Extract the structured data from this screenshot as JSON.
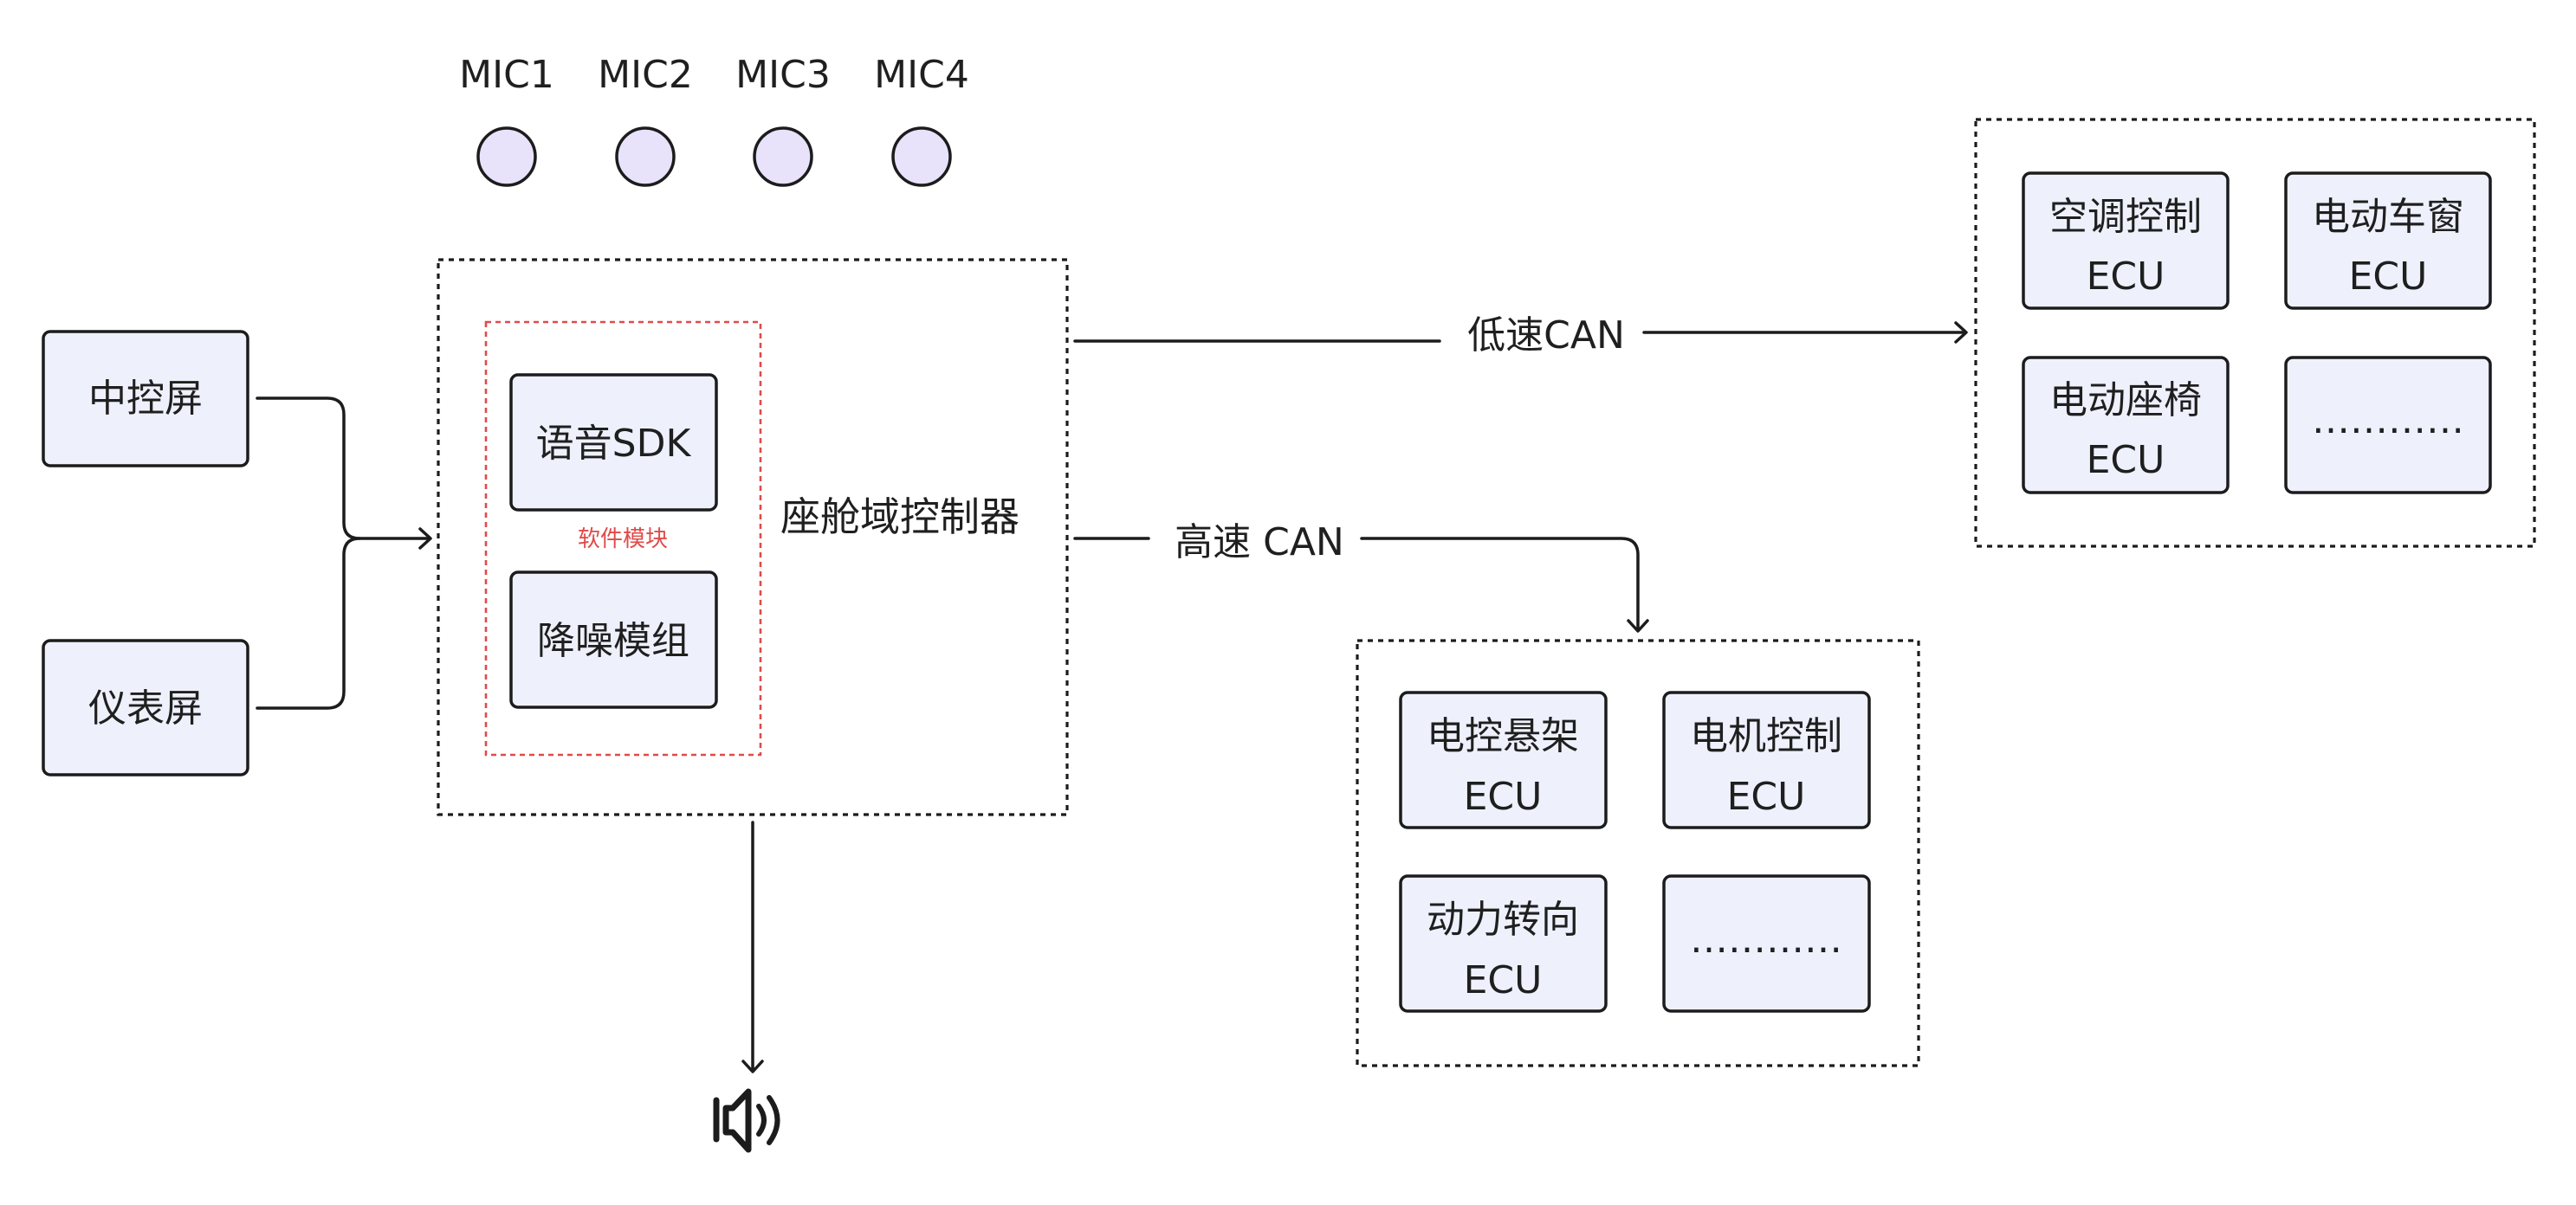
{
  "mics": [
    "MIC1",
    "MIC2",
    "MIC3",
    "MIC4"
  ],
  "inputs": {
    "center_screen": "中控屏",
    "instrument_screen": "仪表屏"
  },
  "controller": {
    "label": "座舱域控制器",
    "software_module_label": "软件模块",
    "voice_sdk": "语音SDK",
    "noise_module": "降噪模组"
  },
  "low_speed_can": {
    "label": "低速CAN",
    "ecus": [
      {
        "line1": "空调控制",
        "line2": "ECU"
      },
      {
        "line1": "电动车窗",
        "line2": "ECU"
      },
      {
        "line1": "电动座椅",
        "line2": "ECU"
      },
      {
        "line1": "…………",
        "line2": ""
      }
    ]
  },
  "high_speed_can": {
    "label": "高速 CAN",
    "ecus": [
      {
        "line1": "电控悬架",
        "line2": "ECU"
      },
      {
        "line1": "电机控制",
        "line2": "ECU"
      },
      {
        "line1": "动力转向",
        "line2": "ECU"
      },
      {
        "line1": "…………",
        "line2": ""
      }
    ]
  },
  "output_icon": "speaker-icon"
}
